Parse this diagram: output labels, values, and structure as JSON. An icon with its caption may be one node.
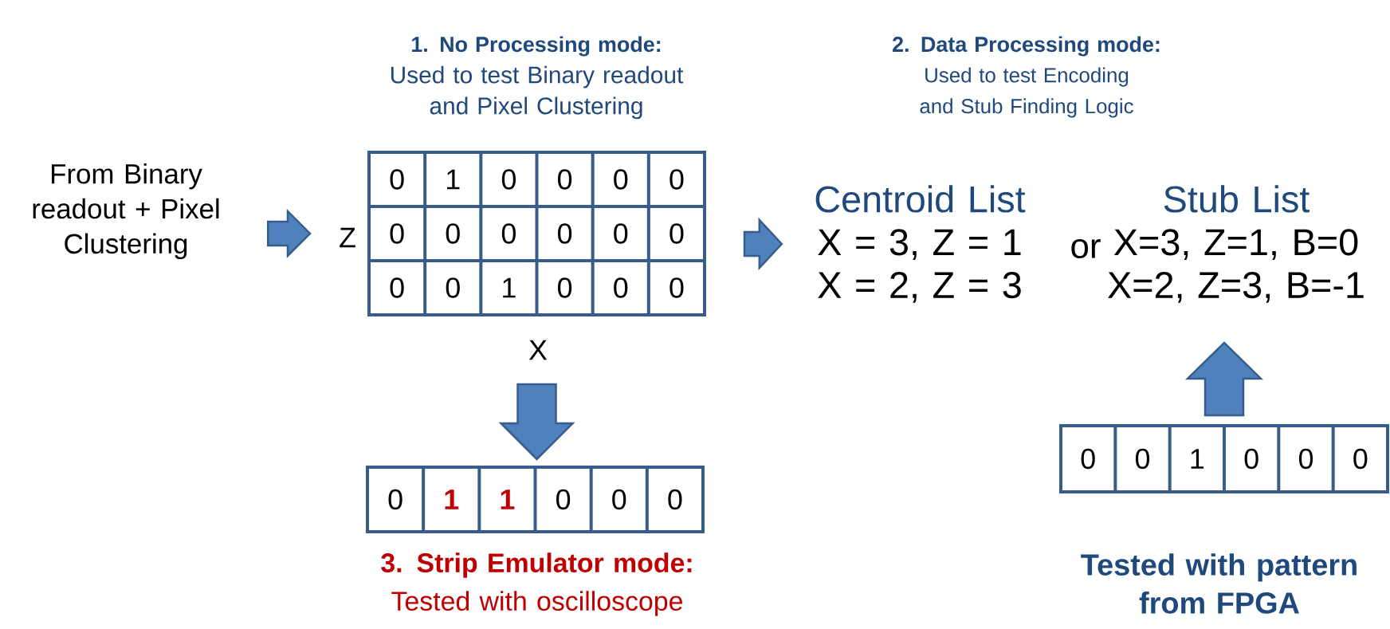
{
  "diagram": {
    "nodes": [
      {
        "text": [
          "From Binary readout + Pixel Clustering"
        ]
      },
      {
        "text": [
          "0",
          "1",
          "0",
          "0",
          "0",
          "0",
          "0",
          "0",
          "0",
          "0",
          "0",
          "0",
          "0",
          "0",
          "1",
          "0",
          "0",
          "0"
        ],
        "beside": [
          "Z",
          "X"
        ]
      },
      {
        "text": [
          "Centroid List",
          "X = 3, Z = 1",
          "X = 2, Z = 3"
        ]
      },
      {
        "text": [
          "Stub List",
          "X=3, Z=1, B=0",
          "X=2, Z=3, B=-1"
        ]
      },
      {
        "text": [
          "0",
          "**1**",
          "**1**",
          "0",
          "0",
          "0"
        ]
      },
      {
        "text": [
          "0",
          "0",
          "1",
          "0",
          "0",
          "0"
        ]
      }
    ],
    "edges": [
      {
        "from": 0,
        "to": 1,
        "arrow": "to"
      },
      {
        "from": 1,
        "to": 2,
        "arrow": "to"
      },
      {
        "from": 1,
        "to": 4,
        "arrow": "to"
      },
      {
        "from": 5,
        "to": 3,
        "arrow": "to"
      }
    ],
    "labels": [
      "1. No Processing mode:",
      "Used to test Binary readout and Pixel Clustering",
      "2. Data Processing mode:",
      "Used to test Encoding and Stub Finding Logic",
      "or",
      "3. Strip Emulator mode:",
      "Tested with oscilloscope",
      "Tested with pattern from FPGA"
    ]
  }
}
